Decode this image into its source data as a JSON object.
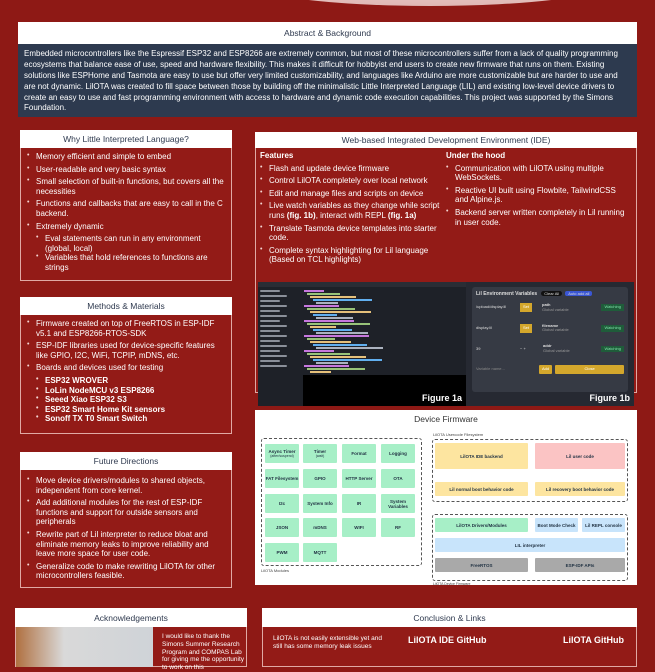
{
  "abstract": {
    "title": "Abstract & Background",
    "text": "Embedded microcontrollers like the Espressif ESP32 and ESP8266 are extremely common, but most of these microcontrollers suffer from a lack of quality programming ecosystems that balance ease of use, speed and hardware flexibility. This makes it difficult for hobbyist end users to create new firmware that runs on them. Existing solutions like ESPHome and Tasmota are easy to use but offer very limited customizability, and languages like Arduino are more customizable but are harder to use and are not dynamic. LilOTA was created to fill space between those by building off the minimalistic Little Interpreted Language (LIL) and existing low-level device drivers to create an easy to use and fast programming environment with access to hardware and dynamic code execution capabilities. This project was supported by the Simons Foundation."
  },
  "why": {
    "title": "Why Little Interpreted Language?",
    "items": [
      "Memory efficient and simple to embed",
      "User-readable and very basic syntax",
      "Small selection of built-in functions, but covers all the necessities",
      "Functions and callbacks that are easy to call in the C backend.",
      "Extremely dynamic"
    ],
    "sub": [
      "Eval statements can run in any environment (global, local)",
      "Variables that hold references to functions are strings"
    ]
  },
  "methods": {
    "title": "Methods & Materials",
    "items": [
      "Firmware created on top of FreeRTOS in ESP-IDF v5.1 and ESP8266-RTOS-SDK",
      "ESP-IDF libraries used for device-specific features like GPIO, I2C, WiFi, TCPIP, mDNS, etc.",
      "Boards and devices used for testing"
    ],
    "boards": [
      "ESP32 WROVER",
      "LoLin NodeMCU v3 ESP8266",
      "Seeed Xiao ESP32 S3",
      "ESP32 Smart Home Kit sensors",
      "Sonoff TX T0 Smart Switch"
    ]
  },
  "future": {
    "title": "Future Directions",
    "items": [
      "Move device drivers/modules to shared objects, independent from core kernel.",
      "Add additional modules for the rest of ESP-IDF functions and support for outside sensors and peripherals",
      "Rewrite part of Lil interpreter to reduce bloat and eliminate memory leaks to improve reliability and leave more space for user code.",
      "Generalize code to make rewriting LilOTA for other microcontrollers feasible."
    ]
  },
  "ide": {
    "title": "Web-based Integrated Development Environment (IDE)",
    "features_title": "Features",
    "features": [
      "Flash and update device firmware",
      "Control LilOTA completely over local network",
      "Edit and manage files and scripts on device"
    ],
    "live_a": "Live watch variables as they change while script runs ",
    "fig1b": "(fig. 1b)",
    "live_b": ", interact with REPL ",
    "fig1a": "(fig. 1a)",
    "features2": [
      "Translate Tasmota device templates into starter code.",
      "Complete syntax highlighting for Lil language (Based on TCL highlights)"
    ],
    "hood_title": "Under the hood",
    "hood": [
      "Communication with LilOTA using multiple WebSockets.",
      "Reactive UI built using Flowbite, TailwindCSS and Alpine.js.",
      "Backend server written completely in Lil running in user code."
    ],
    "figure1a": "Figure 1a",
    "figure1b": "Figure 1b",
    "env": {
      "title": "Lil Environment Variables",
      "clear": "Clear All",
      "auto": "Auto add all",
      "rows": [
        {
          "value": "/upload/display.lil",
          "btn": "Set",
          "name": "path",
          "type": "Global variable",
          "status": "Watching"
        },
        {
          "value": "display.lil",
          "btn": "Set",
          "name": "filename",
          "type": "Global variable",
          "status": "Watching"
        },
        {
          "value": "39",
          "btn": "",
          "name": "addr",
          "type": "Global variable",
          "status": "Watching"
        }
      ],
      "placeholder": "Variable name...",
      "add": "Add",
      "close": "Close"
    }
  },
  "firmware": {
    "title": "Device Firmware",
    "modules": [
      [
        "Async Timer",
        "(after/suspend)"
      ],
      [
        "Timer",
        "(wait)"
      ],
      [
        "Format",
        ""
      ],
      [
        "Logging",
        ""
      ],
      [
        "FAT Filesystem",
        ""
      ],
      [
        "GPIO",
        ""
      ],
      [
        "HTTP Server",
        ""
      ],
      [
        "OTA",
        ""
      ],
      [
        "I2c",
        ""
      ],
      [
        "System Info",
        ""
      ],
      [
        "IR",
        ""
      ],
      [
        "System Variables",
        ""
      ],
      [
        "JSON",
        ""
      ],
      [
        "mDNS",
        ""
      ],
      [
        "WIFI",
        ""
      ],
      [
        "RF",
        ""
      ],
      [
        "PWM",
        ""
      ],
      [
        "MQTT",
        ""
      ]
    ],
    "modules_caption": "LilOTA Modules",
    "usercode_caption": "LilOTA Usercode Filesystem",
    "device_caption": "LilOTA Device Firmware",
    "ide_backend": "LilOTA IDE backend",
    "user_code": "Lil user code",
    "normal_boot": "Lil normal boot behavior code",
    "recovery_boot": "Lil recovery boot behavior code",
    "drivers": "LilOTA Drivers/Modules",
    "boot_check": "Boot Mode Check",
    "repl": "Lil REPL console",
    "interpreter": "LIL interpreter",
    "freertos": "FreeRTOS",
    "espidf": "ESP-IDF APIs"
  },
  "ack": {
    "title": "Acknowledgements",
    "text": "I would like to thank the Simons Summer Research Program and COMPAS Lab for giving me the opportunity to work on this"
  },
  "conclusion": {
    "title": "Conclusion & Links",
    "text": "LilOTA is not easily extensible yet and still has some memory leak issues",
    "link1": "LilOTA IDE GitHub",
    "link2": "LilOTA GitHub"
  },
  "colors": {
    "background": "#8e1915",
    "header": "#ffffff",
    "abstract": "#2d3a4f"
  }
}
